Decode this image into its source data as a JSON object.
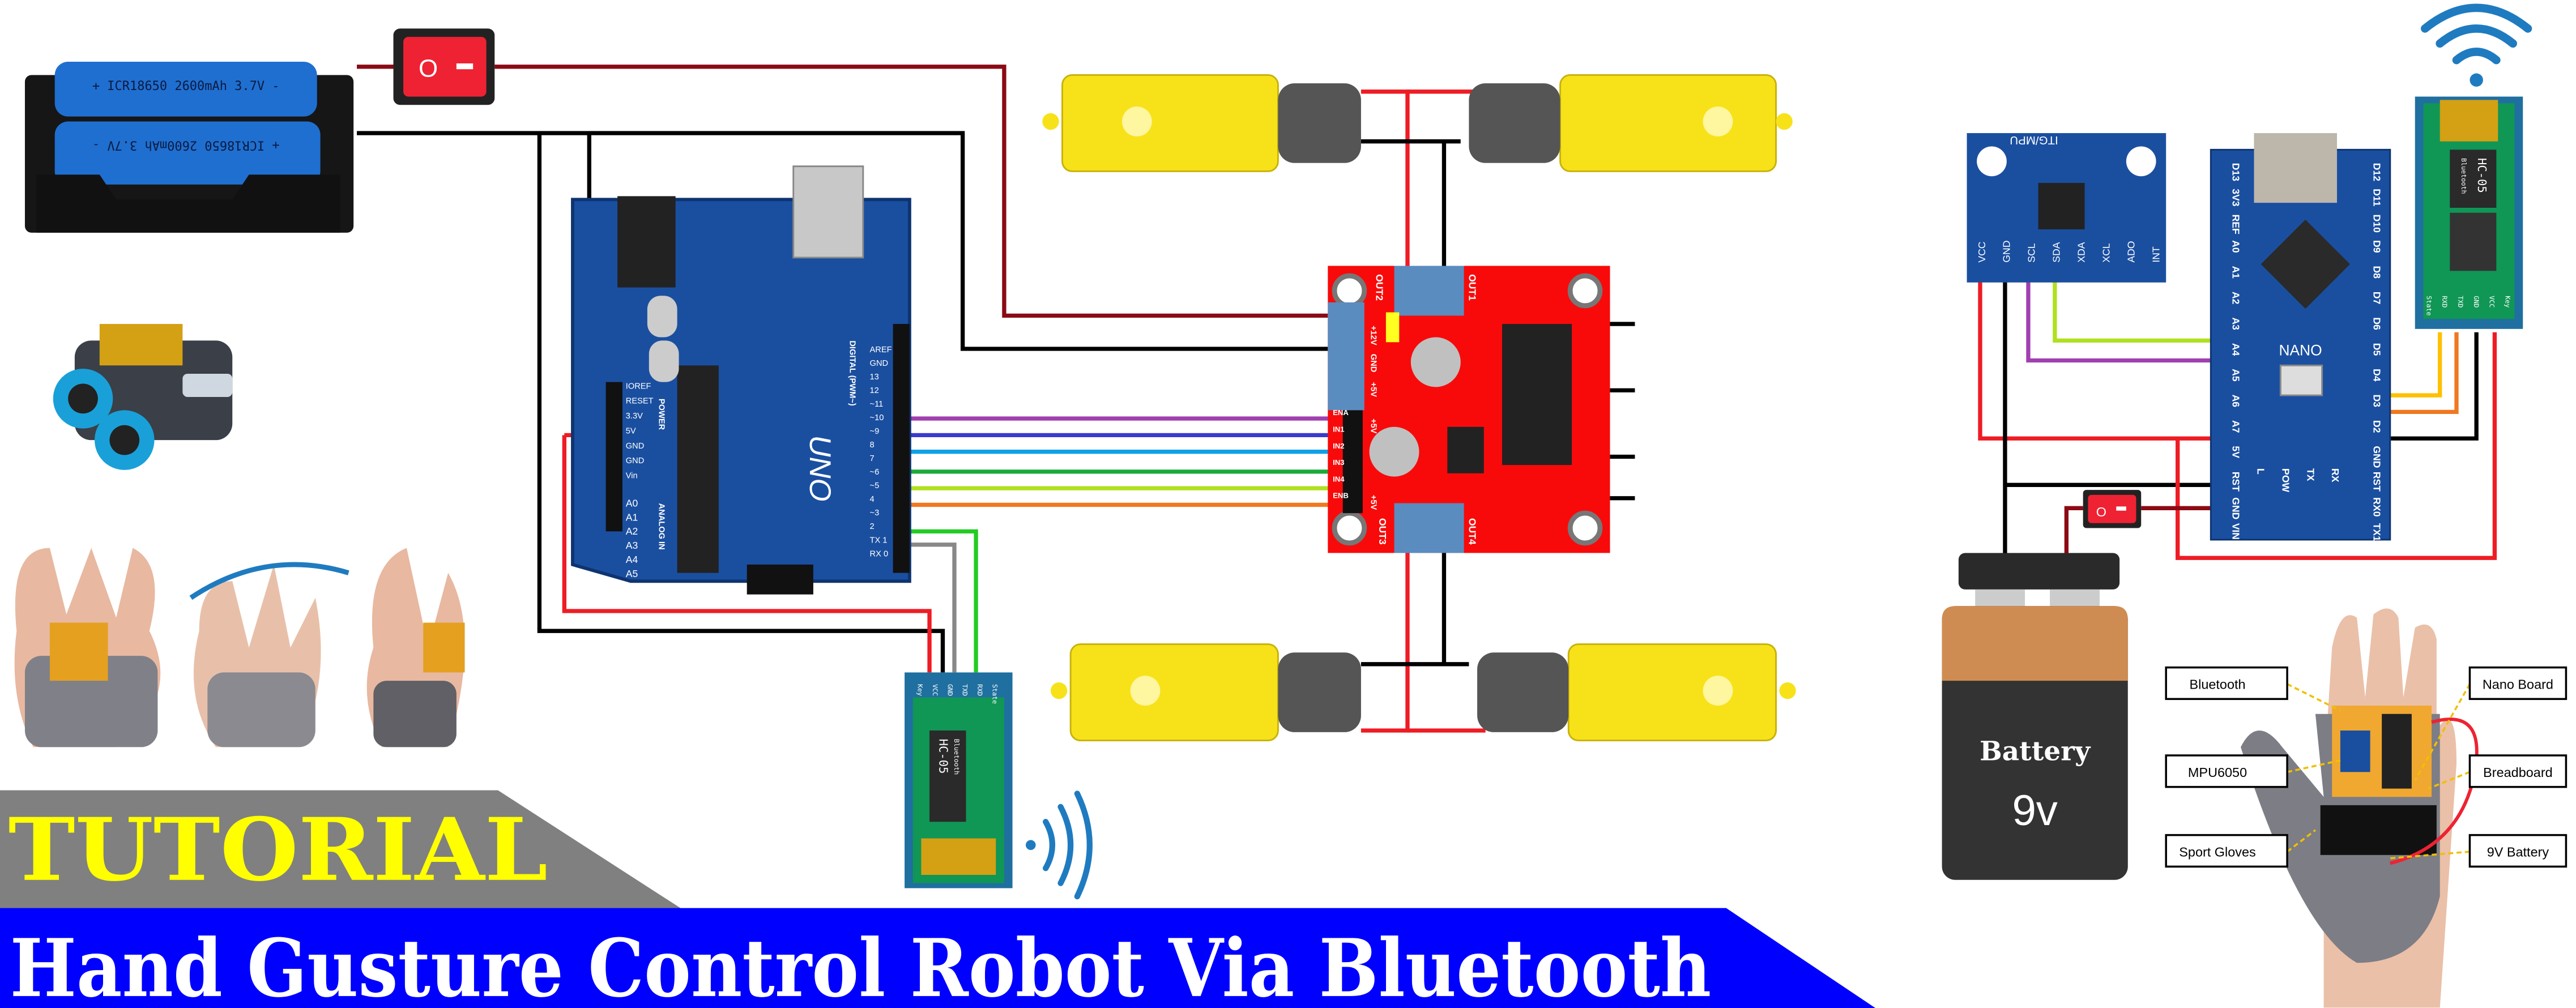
{
  "banner": {
    "tutorial": "TUTORIAL",
    "title": "Hand Gusture Control Robot Via Bluetooth"
  },
  "battery_pack": {
    "cell_top": "+ ICR18650 2600mAh 3.7V -",
    "cell_bottom": "+ ICR18650 2600mAh 3.7V -"
  },
  "switch": {
    "off_symbol": "O",
    "on_symbol": "I"
  },
  "uno": {
    "label": "UNO",
    "power_pins": [
      "IOREF",
      "RESET",
      "3.3V",
      "5V",
      "GND",
      "GND",
      "Vin"
    ],
    "analog_pins": [
      "A0",
      "A1",
      "A2",
      "A3",
      "A4",
      "A5"
    ],
    "digital_pins": [
      "AREF",
      "GND",
      "13",
      "12",
      "~11",
      "~10",
      "~9",
      "8",
      "7",
      "~6",
      "~5",
      "4",
      "~3",
      "2",
      "TX 1",
      "RX 0"
    ],
    "section_power": "POWER",
    "section_analog": "ANALOG IN",
    "section_digital": "DIGITAL (PWM~)"
  },
  "l298n": {
    "out1": "OUT1",
    "out2": "OUT2",
    "out3": "OUT3",
    "out4": "OUT4",
    "v12": "+12V",
    "gnd": "GND",
    "v5": "+5V",
    "v5b": "+5V",
    "v5c": "+5V",
    "inputs": [
      "ENA",
      "IN1",
      "IN2",
      "IN3",
      "IN4",
      "ENB"
    ]
  },
  "hc05_left": {
    "name": "HC-05",
    "sub": "Bluetooth",
    "pins": [
      "Key",
      "VCC",
      "GND",
      "TXD",
      "RXD",
      "State"
    ]
  },
  "hc05_right": {
    "name": "HC-05",
    "sub": "Bluetooth",
    "pins": [
      "State",
      "RXD",
      "TXD",
      "GND",
      "VCC",
      "Key"
    ]
  },
  "mpu": {
    "title": "ITG/MPU",
    "pins": [
      "VCC",
      "GND",
      "SCL",
      "SDA",
      "XDA",
      "XCL",
      "ADO",
      "INT"
    ]
  },
  "nano": {
    "label": "NANO",
    "left_pins": [
      "D13",
      "3V3",
      "REF",
      "A0",
      "A1",
      "A2",
      "A3",
      "A4",
      "A5",
      "A6",
      "A7",
      "5V",
      "RST",
      "GND",
      "VIN"
    ],
    "right_pins": [
      "D12",
      "D11",
      "D10",
      "D9",
      "D8",
      "D7",
      "D6",
      "D5",
      "D4",
      "D3",
      "D2",
      "GND",
      "RST",
      "RX0",
      "TX1"
    ],
    "leds": [
      "L",
      "POW",
      "TX",
      "RX"
    ]
  },
  "battery9v": {
    "label": "Battery",
    "voltage": "9v"
  },
  "glove_labels": {
    "bluetooth": "Bluetooth",
    "mpu6050": "MPU6050",
    "sport_gloves": "Sport Gloves",
    "nano_board": "Nano Board",
    "breadboard": "Breadboard",
    "battery": "9V Battery"
  },
  "colors": {
    "banner_blue": "#0000ff",
    "banner_gray": "#808080",
    "tutorial_yellow": "#ffff00",
    "board_blue": "#1a4fa0",
    "driver_red": "#f80a0a",
    "motor_yellow": "#f7e21a",
    "wire_red": "#ee1c24",
    "wire_darkred": "#8b0a14",
    "signal_blue": "#1f7bc0"
  }
}
